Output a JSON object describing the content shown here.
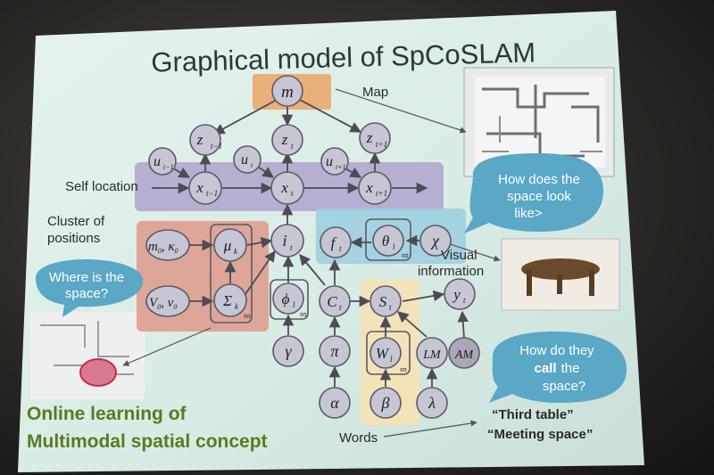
{
  "title": "Graphical model of SpCoSLAM",
  "labels": {
    "map": "Map",
    "self_location": "Self location",
    "cluster_line1": "Cluster of",
    "cluster_line2": "positions",
    "visual_line1": "Visual",
    "visual_line2": "information",
    "words": "Words"
  },
  "bubbles": {
    "where_line1": "Where is the",
    "where_line2": "space?",
    "look_line1": "How does the",
    "look_line2": "space look",
    "look_line3": "like>",
    "call_line1": "How do they",
    "call_line2": "call",
    "call_line2b": "the",
    "call_line3": "space?"
  },
  "bottom_left": {
    "line1": "Online learning of",
    "line2": "Multimodal spatial concept"
  },
  "word_examples": [
    "“Third table”",
    "“Meeting space”"
  ],
  "nodes": {
    "m": "m",
    "z_tm1": "z",
    "z_tm1_sub": "t−1",
    "z_t": "z",
    "z_t_sub": "t",
    "z_tp1": "z",
    "z_tp1_sub": "t+1",
    "u_tm1": "u",
    "u_tm1_sub": "t−1",
    "u_t": "u",
    "u_t_sub": "t",
    "u_tp1": "u",
    "u_tp1_sub": "t+1",
    "x_tm1": "x",
    "x_tm1_sub": "t−1",
    "x_t": "x",
    "x_t_sub": "t",
    "x_tp1": "x",
    "x_tp1_sub": "t+1",
    "i_t": "i",
    "i_t_sub": "t",
    "m0k0": "m",
    "m0k0_sub": "0",
    "m0k0_mid": ", κ",
    "m0k0_sub2": "0",
    "v0nu0": "V",
    "v0nu0_sub": "0",
    "v0nu0_mid": ", ν",
    "v0nu0_sub2": "0",
    "mu_k": "μ",
    "mu_k_sub": "k",
    "sigma_k": "Σ",
    "sigma_k_sub": "k",
    "phi_l": "ϕ",
    "phi_l_sub": "l",
    "gamma": "γ",
    "c_t": "C",
    "c_t_sub": "t",
    "pi": "π",
    "alpha": "α",
    "s_t": "S",
    "s_t_sub": "t",
    "w_l": "W",
    "w_l_sub": "l",
    "beta": "β",
    "lm": "LM",
    "lambda": "λ",
    "am": "AM",
    "y_t": "y",
    "y_t_sub": "t",
    "f_t": "f",
    "f_t_sub": "t",
    "theta_l": "θ",
    "theta_l_sub": "l",
    "chi": "χ"
  },
  "plate_marks": {
    "inf_gauss": "∞",
    "inf_phi": "∞",
    "inf_words": "∞",
    "inf_theta": "∞"
  },
  "colors": {
    "slide_bg": "#dceee8",
    "title_text": "#2a3a33",
    "orange_box": "#e8b07a",
    "purple_band": "#b3a9cf",
    "red_region": "#dda091",
    "blue_region": "#9fcfe0",
    "yellow_region": "#f5e2b5",
    "bubble": "#5aa7c6",
    "node_fill": "#c7c6d4",
    "node_stroke": "#5c5a66",
    "green_text": "#5b7a1f"
  }
}
